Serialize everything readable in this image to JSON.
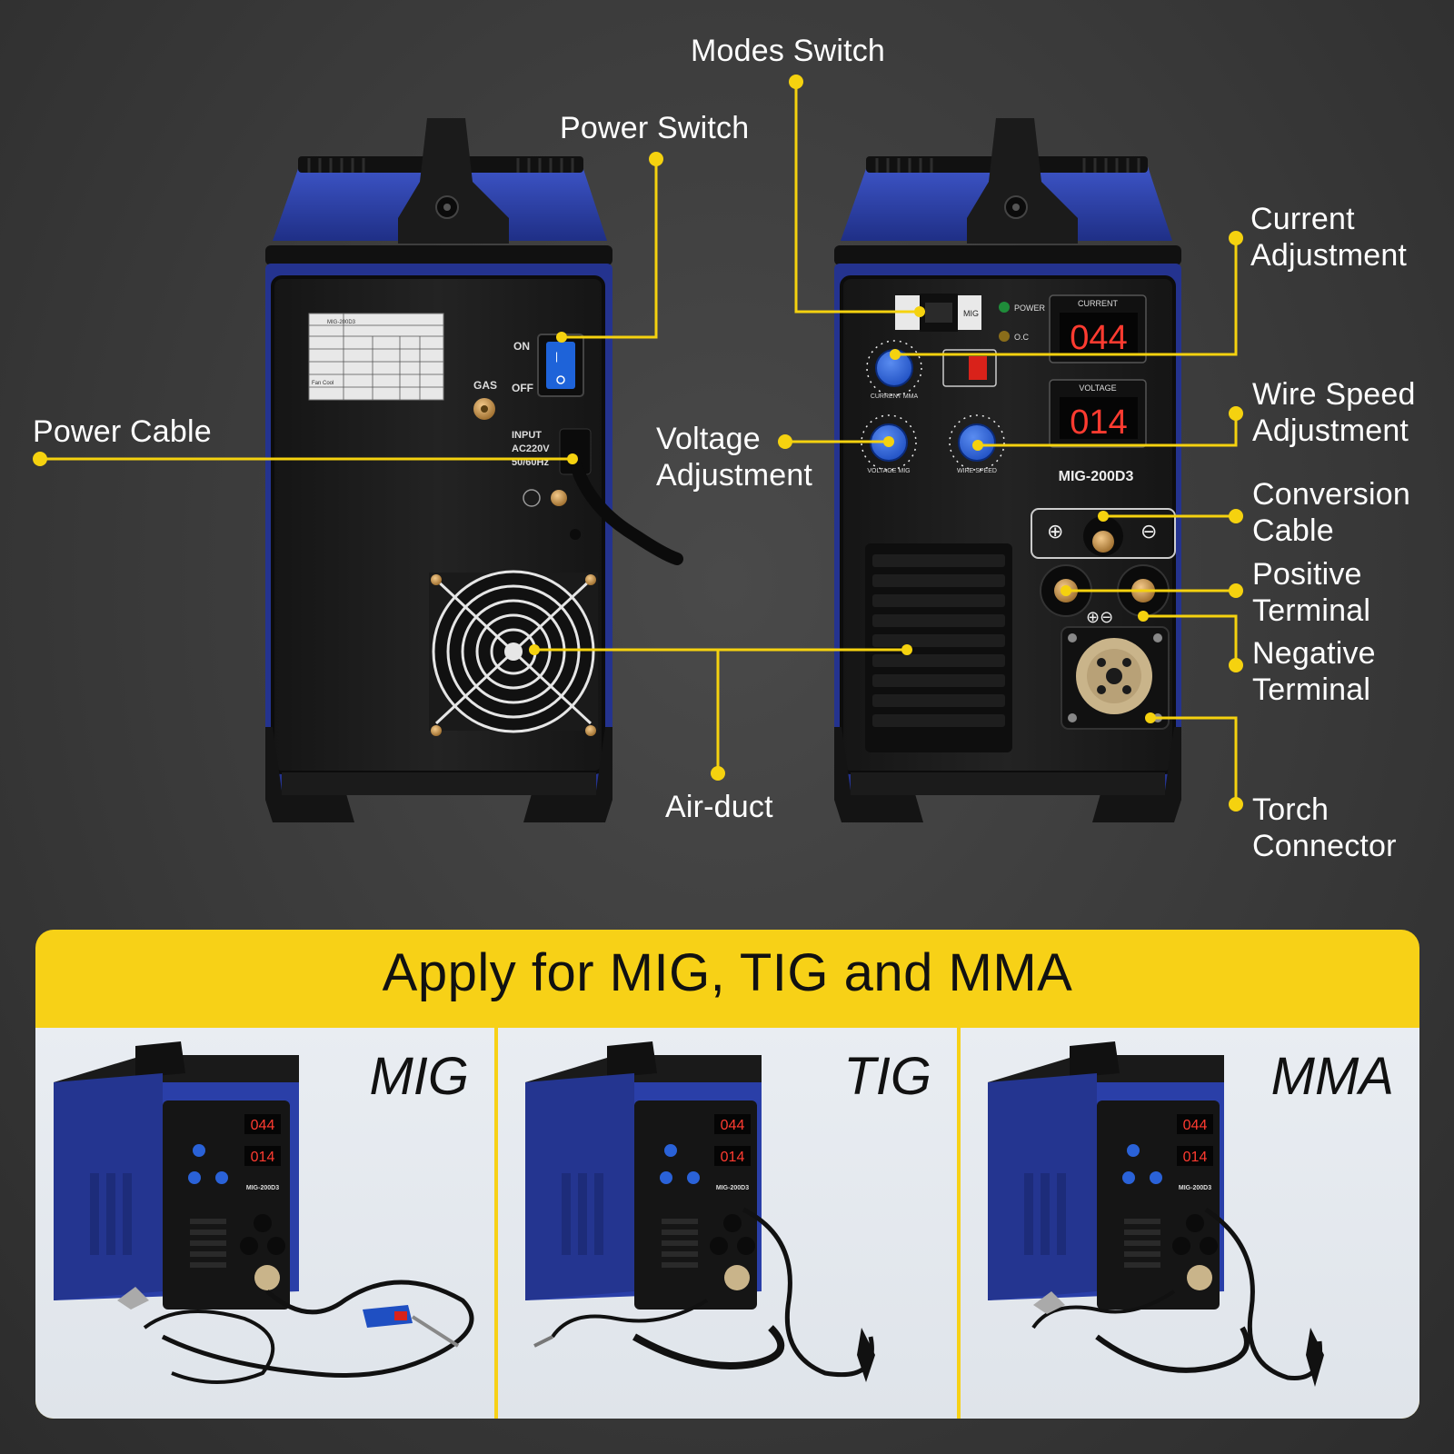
{
  "callouts": {
    "modes_switch": "Modes Switch",
    "power_switch": "Power Switch",
    "current_adjustment": [
      "Current",
      "Adjustment"
    ],
    "power_cable": "Power Cable",
    "voltage_adjustment": [
      "Voltage",
      "Adjustment"
    ],
    "wire_speed_adjustment": [
      "Wire Speed",
      "Adjustment"
    ],
    "conversion_cable": [
      "Conversion",
      "Cable"
    ],
    "positive_terminal": [
      "Positive",
      "Terminal"
    ],
    "negative_terminal": [
      "Negative",
      "Terminal"
    ],
    "air_duct": "Air-duct",
    "torch_connector": [
      "Torch",
      "Connector"
    ]
  },
  "rear_panel": {
    "on_label": "ON",
    "off_label": "OFF",
    "gas_label": "GAS",
    "input_label": [
      "INPUT",
      "AC220V",
      "50/60Hz"
    ],
    "nameplate_model": "MIG-200D3",
    "nameplate_fan": "Fan Cool"
  },
  "front_panel": {
    "current_label": "CURRENT",
    "current_display": "044",
    "voltage_label": "VOLTAGE",
    "voltage_display": "014",
    "power_led_label": "POWER",
    "oc_led_label": "O.C",
    "model": "MIG-200D3",
    "knob_current_label": "CURRENT MMA",
    "knob_voltage_label": "VOLTAGE MIG",
    "knob_wire_label": "WIRE SPEED",
    "mode_switch_label": "MIG"
  },
  "banner": {
    "title": "Apply for MIG, TIG and MMA",
    "modes": [
      {
        "label": "MIG",
        "display_top": "044",
        "display_bottom": "014",
        "model": "MIG-200D3"
      },
      {
        "label": "TIG",
        "display_top": "044",
        "display_bottom": "014",
        "model": "MIG-200D3"
      },
      {
        "label": "MMA",
        "display_top": "044",
        "display_bottom": "014",
        "model": "MIG-200D3"
      }
    ]
  },
  "colors": {
    "callout_line": "#f5d20f",
    "machine_blue": "#2a3fa8",
    "panel_black": "#1b1b1b",
    "banner_yellow": "#f7d117",
    "led_red": "#ff3b30"
  }
}
